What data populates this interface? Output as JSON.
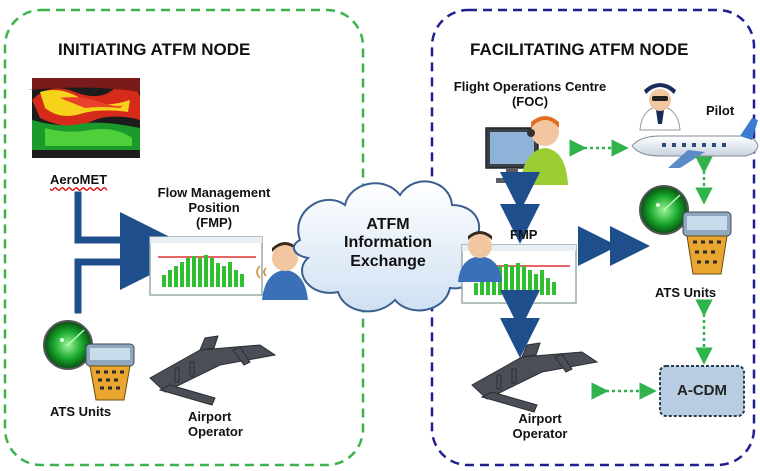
{
  "left_node": {
    "title": "INITIATING ATFM NODE",
    "aeromet_label": "AeroMET",
    "fmp_label_line1": "Flow Management",
    "fmp_label_line2": "Position",
    "fmp_label_line3": "(FMP)",
    "ats_label": "ATS Units",
    "airport_line1": "Airport",
    "airport_line2": "Operator"
  },
  "center": {
    "line1": "ATFM",
    "line2": "Information",
    "line3": "Exchange"
  },
  "right_node": {
    "title": "FACILITATING ATFM NODE",
    "foc_line1": "Flight Operations Centre",
    "foc_line2": "(FOC)",
    "pilot_label": "Pilot",
    "fmp_label": "FMP",
    "ats_label": "ATS Units",
    "airport_line1": "Airport",
    "airport_line2": "Operator",
    "acdm_label": "A-CDM"
  },
  "colors": {
    "left_border": "#3cb34a",
    "right_border": "#1f1f8f",
    "arrow_blue": "#1f4e8c",
    "arrow_green_dotted": "#2fb34a"
  }
}
